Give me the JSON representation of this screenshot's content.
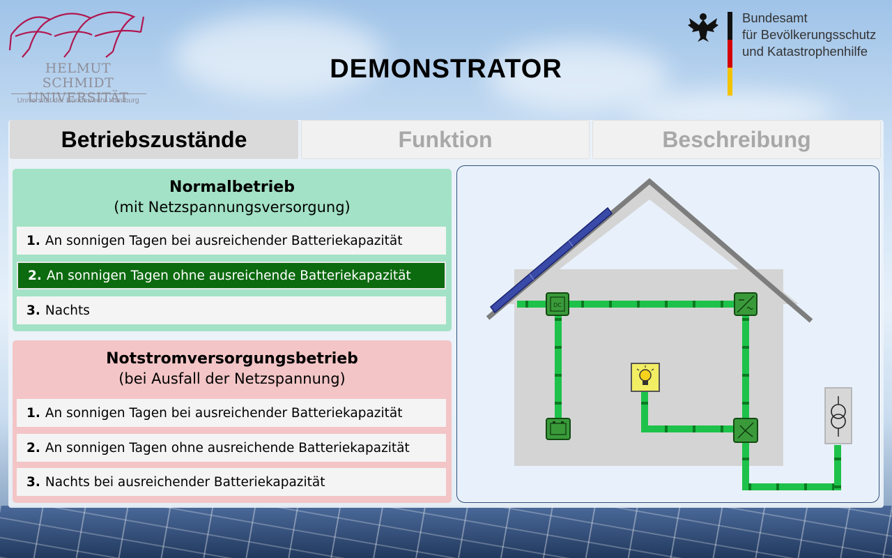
{
  "header": {
    "title": "DEMONSTRATOR",
    "university": {
      "line1": "HELMUT SCHMIDT",
      "line2": "UNIVERSITÄT",
      "subtitle": "Universität der Bundeswehr Hamburg"
    },
    "agency": {
      "line1": "Bundesamt",
      "line2": "für Bevölkerungsschutz",
      "line3": "und Katastrophenhilfe"
    }
  },
  "tabs": [
    {
      "label": "Betriebszustände",
      "active": true
    },
    {
      "label": "Funktion",
      "active": false
    },
    {
      "label": "Beschreibung",
      "active": false
    }
  ],
  "normal_mode": {
    "title": "Normalbetrieb",
    "subtitle": "(mit Netzspannungsversorgung)",
    "options": [
      {
        "num": "1.",
        "text": "An sonnigen Tagen bei ausreichender Batteriekapazität",
        "selected": false
      },
      {
        "num": "2.",
        "text": "An sonnigen Tagen ohne ausreichende Batteriekapazität",
        "selected": true
      },
      {
        "num": "3.",
        "text": "Nachts",
        "selected": false
      }
    ]
  },
  "emergency_mode": {
    "title": "Notstromversorgungsbetrieb",
    "subtitle": "(bei Ausfall der Netzspannung)",
    "options": [
      {
        "num": "1.",
        "text": "An sonnigen Tagen bei ausreichender Batteriekapazität",
        "selected": false
      },
      {
        "num": "2.",
        "text": "An sonnigen Tagen ohne ausreichende Batteriekapazität",
        "selected": false
      },
      {
        "num": "3.",
        "text": "Nachts bei ausreichender Batteriekapazität",
        "selected": false
      }
    ]
  },
  "diagram": {
    "dc_converter_label": "DC",
    "icons": [
      "solar-panel-icon",
      "dc-converter-icon",
      "inverter-icon",
      "lightbulb-icon",
      "battery-icon",
      "switch-unit-icon",
      "transformer-icon"
    ]
  },
  "colors": {
    "normal_bg": "#a3e2c6",
    "emergency_bg": "#f3c5c6",
    "selected_option": "#0c6a0f",
    "power_line": "#1ec24a",
    "brand_burgundy": "#b0164f"
  }
}
